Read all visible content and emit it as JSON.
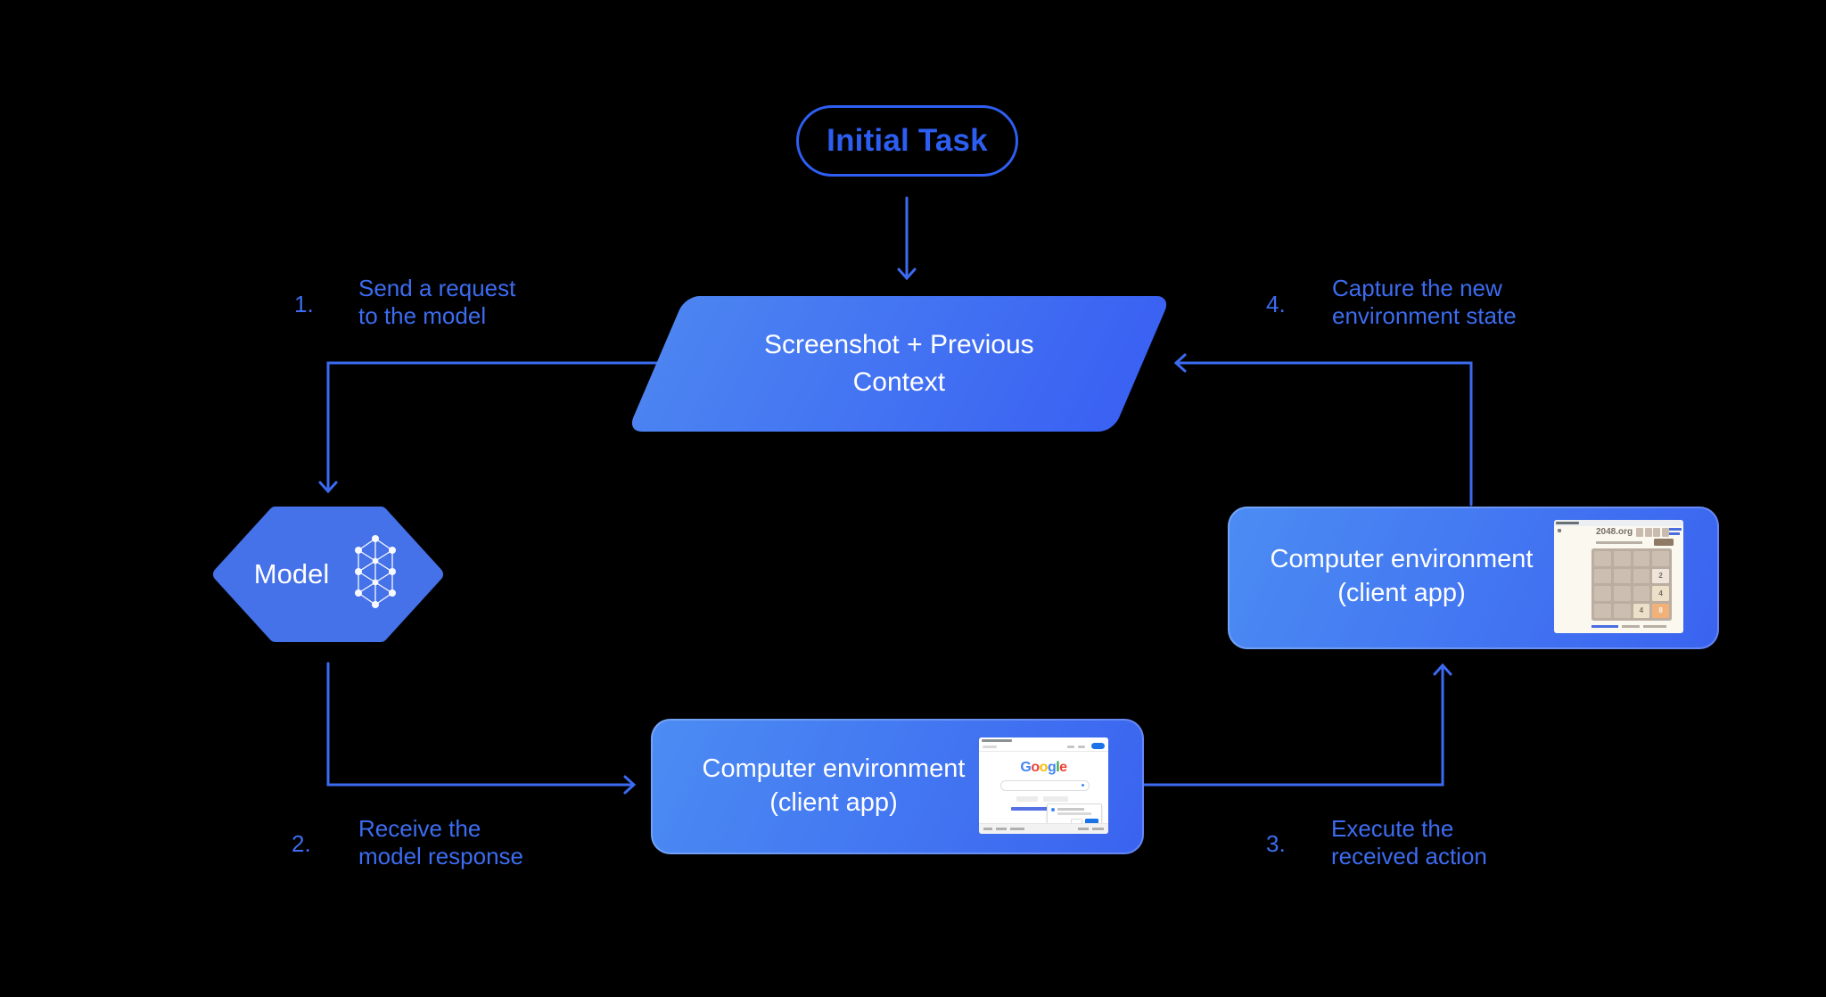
{
  "colors": {
    "background": "#000000",
    "accent_blue": "#3D6CF0",
    "pill_outline": "#2E5FF2",
    "hexagon_fill": "#4571E9",
    "parallelogram_gradient": [
      "#4C84F1",
      "#3A61F3"
    ],
    "box_gradient": [
      "#4C8CF3",
      "#3A63F0"
    ],
    "arrow": "#3C6BF1",
    "shape_text": "#FFFFFF"
  },
  "nodes": {
    "initial_task": {
      "label": "Initial Task"
    },
    "screenshot_context": {
      "line1": "Screenshot + Previous",
      "line2": "Context"
    },
    "model": {
      "label": "Model"
    },
    "env_execute": {
      "line1": "Computer environment",
      "line2": "(client app)"
    },
    "env_capture": {
      "line1": "Computer environment",
      "line2": "(client app)"
    }
  },
  "steps": [
    {
      "number": "1.",
      "line1": "Send a request",
      "line2": "to the model"
    },
    {
      "number": "2.",
      "line1": "Receive the",
      "line2": "model response"
    },
    {
      "number": "3.",
      "line1": "Execute the",
      "line2": "received action"
    },
    {
      "number": "4.",
      "line1": "Capture the new",
      "line2": "environment state"
    }
  ],
  "thumbs": {
    "google": {
      "letters": [
        "G",
        "o",
        "o",
        "g",
        "l",
        "e"
      ]
    },
    "game": {
      "title": "2048.org",
      "tiles": [
        {
          "row": 2,
          "col": 4,
          "value": "2"
        },
        {
          "row": 3,
          "col": 4,
          "value": "4"
        },
        {
          "row": 4,
          "col": 3,
          "value": "4"
        },
        {
          "row": 4,
          "col": 4,
          "value": "8"
        }
      ]
    }
  }
}
